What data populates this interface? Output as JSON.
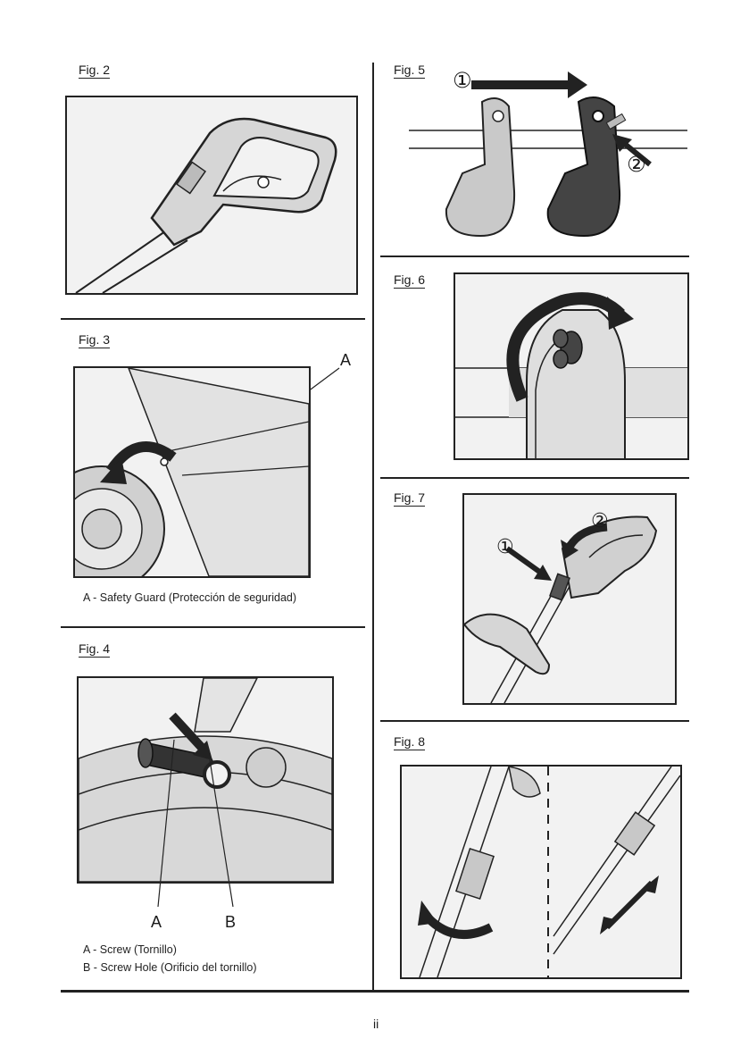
{
  "figures": {
    "fig2": {
      "label": "Fig. 2"
    },
    "fig3": {
      "label": "Fig. 3",
      "callouts": {
        "a": "A"
      },
      "captions": [
        "A - Safety Guard (Protección de seguridad)"
      ]
    },
    "fig4": {
      "label": "Fig. 4",
      "callouts": {
        "a": "A",
        "b": "B"
      },
      "captions": [
        "A - Screw (Tornillo)",
        "B - Screw Hole (Orificio del tornillo)"
      ]
    },
    "fig5": {
      "label": "Fig. 5",
      "steps": [
        "①",
        "②"
      ]
    },
    "fig6": {
      "label": "Fig. 6"
    },
    "fig7": {
      "label": "Fig. 7",
      "steps": [
        "①",
        "②"
      ]
    },
    "fig8": {
      "label": "Fig. 8"
    }
  },
  "page_number": "ii"
}
